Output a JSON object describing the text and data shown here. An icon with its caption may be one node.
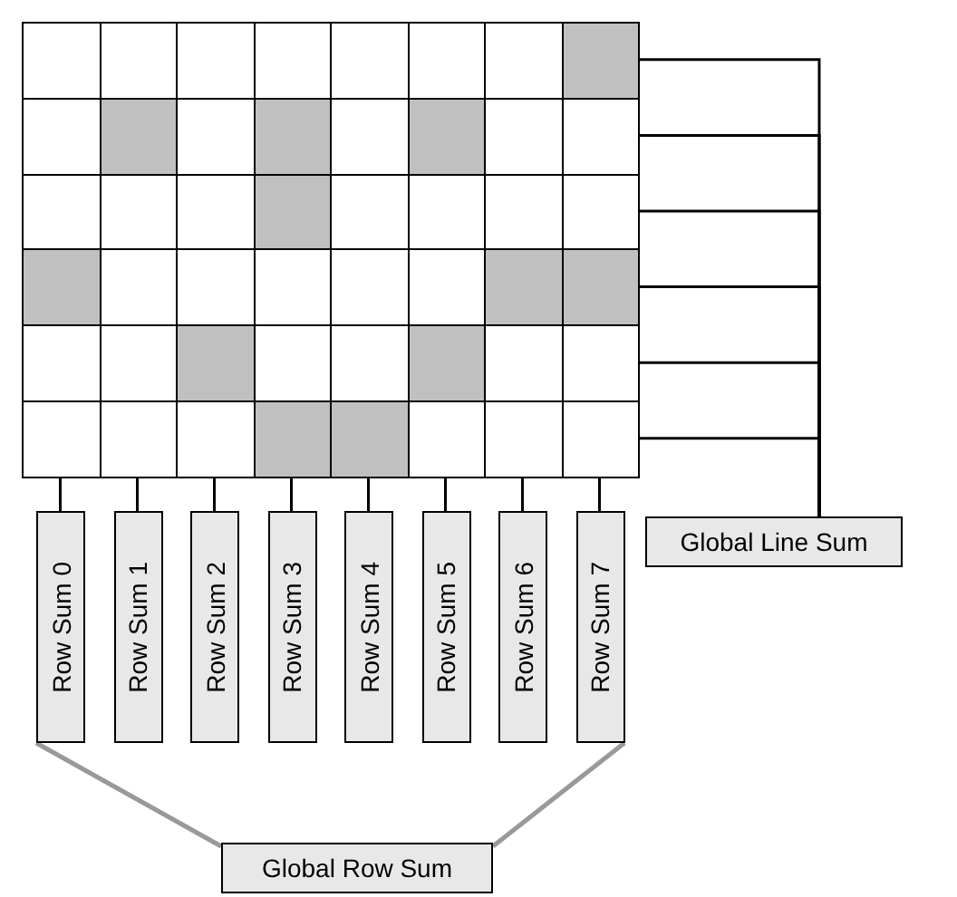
{
  "diagram": {
    "nodes": [
      {
        "text": [],
        "shape": "box"
      },
      {
        "text": [],
        "shape": "box"
      },
      {
        "text": [],
        "shape": "box"
      },
      {
        "text": [],
        "shape": "box"
      },
      {
        "text": [],
        "shape": "box"
      },
      {
        "text": [],
        "shape": "box"
      },
      {
        "text": [],
        "shape": "box"
      },
      {
        "text": [],
        "shape": "box"
      },
      {
        "text": [],
        "shape": "box"
      },
      {
        "text": [],
        "shape": "box"
      },
      {
        "text": [],
        "shape": "box"
      },
      {
        "text": [],
        "shape": "box"
      },
      {
        "text": [],
        "shape": "box"
      },
      {
        "text": [
          "Row Sum 0"
        ]
      },
      {
        "text": [
          "Row Sum 1"
        ]
      },
      {
        "text": [
          "Row Sum 2"
        ]
      },
      {
        "text": [
          "Row Sum 3"
        ]
      },
      {
        "text": [
          "Row Sum 4"
        ]
      },
      {
        "text": [
          "Row Sum 5"
        ]
      },
      {
        "text": [
          "Row Sum 6"
        ]
      },
      {
        "text": [
          "Row Sum 7"
        ]
      },
      {
        "text": [
          "Global Line Sum"
        ]
      },
      {
        "text": [
          "Global Row Sum"
        ]
      }
    ],
    "edges": [
      {
        "from": 0,
        "to": 21,
        "arrow": "none"
      },
      {
        "from": 1,
        "to": 21,
        "arrow": "none"
      },
      {
        "from": 2,
        "to": 21,
        "arrow": "none"
      },
      {
        "from": 3,
        "to": 21,
        "arrow": "none"
      },
      {
        "from": 4,
        "to": 21,
        "arrow": "none"
      },
      {
        "from": 12,
        "to": 21,
        "arrow": "none"
      },
      {
        "from": 5,
        "to": 13,
        "arrow": "none"
      },
      {
        "from": 6,
        "to": 14,
        "arrow": "none"
      },
      {
        "from": 7,
        "to": 15,
        "arrow": "none"
      },
      {
        "from": 8,
        "to": 16,
        "arrow": "none"
      },
      {
        "from": 9,
        "to": 17,
        "arrow": "none"
      },
      {
        "from": 10,
        "to": 18,
        "arrow": "none"
      },
      {
        "from": 11,
        "to": 19,
        "arrow": "none"
      },
      {
        "from": 12,
        "to": 20,
        "arrow": "none"
      },
      {
        "from": 13,
        "to": 22,
        "arrow": "none",
        "color": "#999999"
      },
      {
        "from": 20,
        "to": 22,
        "arrow": "none",
        "color": "#999999"
      }
    ]
  }
}
